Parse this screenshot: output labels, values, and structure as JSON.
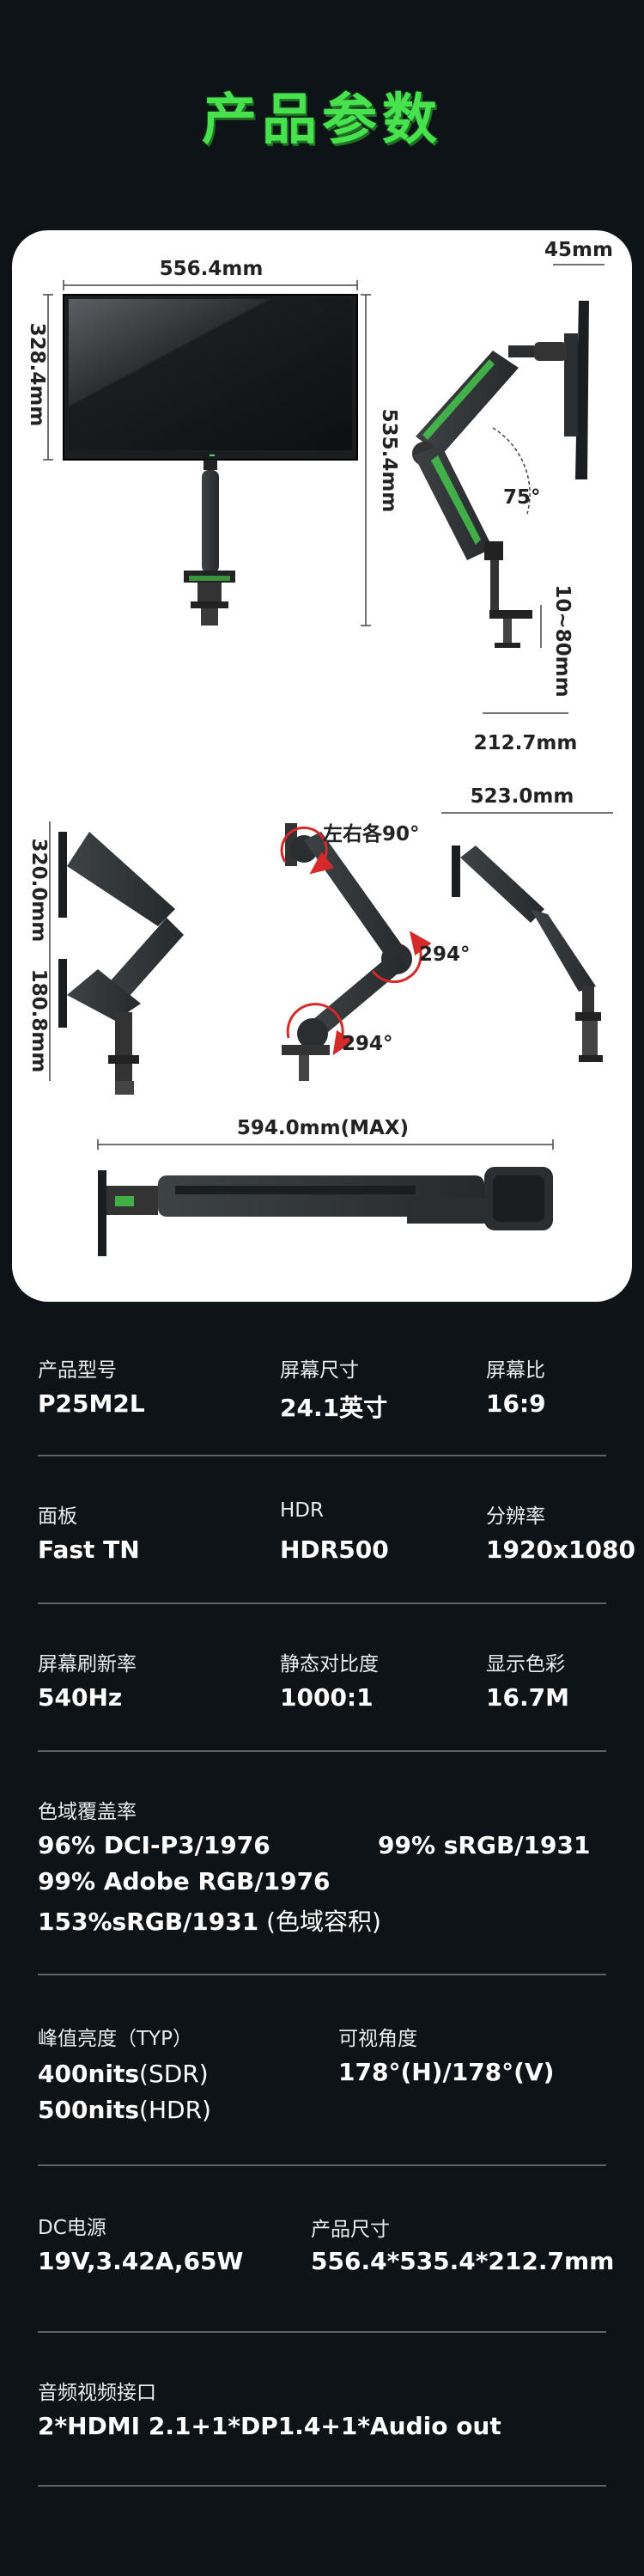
{
  "title": "产品参数",
  "diagram": {
    "front_width": "556.4mm",
    "front_height": "328.4mm",
    "total_height": "535.4mm",
    "side_depth": "45mm",
    "tilt_angle": "75°",
    "clamp_range": "10~80mm",
    "base_depth": "212.7mm",
    "up_height": "320.0mm",
    "down_height": "180.8mm",
    "swivel_label": "左右各90°",
    "joint_angle_1": "294°",
    "joint_angle_2": "294°",
    "side_reach": "523.0mm",
    "max_reach": "594.0mm(MAX)"
  },
  "specs": {
    "model_label": "产品型号",
    "model_value": "P25M2L",
    "screen_size_label": "屏幕尺寸",
    "screen_size_value": "24.1英寸",
    "ratio_label": "屏幕比",
    "ratio_value": "16:9",
    "panel_label": "面板",
    "panel_value": "Fast TN",
    "hdr_label": "HDR",
    "hdr_value": "HDR500",
    "resolution_label": "分辨率",
    "resolution_value": "1920x1080",
    "refresh_label": "屏幕刷新率",
    "refresh_value": "540Hz",
    "contrast_label": "静态对比度",
    "contrast_value": "1000:1",
    "colors_label": "显示色彩",
    "colors_value": "16.7M",
    "gamut_label": "色域覆盖率",
    "gamut_1": "96% DCI-P3/1976",
    "gamut_2": "99% sRGB/1931",
    "gamut_3": "99% Adobe RGB/1976",
    "gamut_4_bold": "153%sRGB/1931",
    "gamut_4_rest": " (色域容积)",
    "brightness_label": "峰值亮度（TYP）",
    "brightness_1_bold": "400nits",
    "brightness_1_rest": "(SDR)",
    "brightness_2_bold": "500nits",
    "brightness_2_rest": "(HDR)",
    "viewing_label": "可视角度",
    "viewing_value": "178°(H)/178°(V)",
    "power_label": "DC电源",
    "power_value": "19V,3.42A,65W",
    "size_label": "产品尺寸",
    "size_value": "556.4*535.4*212.7mm",
    "ports_label": "音频视频接口",
    "ports_value": "2*HDMI 2.1+1*DP1.4+1*Audio out"
  },
  "colors": {
    "accent": "#49e24f",
    "background": "#0d1316",
    "card": "#ffffff",
    "arrow_red": "#d42a2a"
  }
}
